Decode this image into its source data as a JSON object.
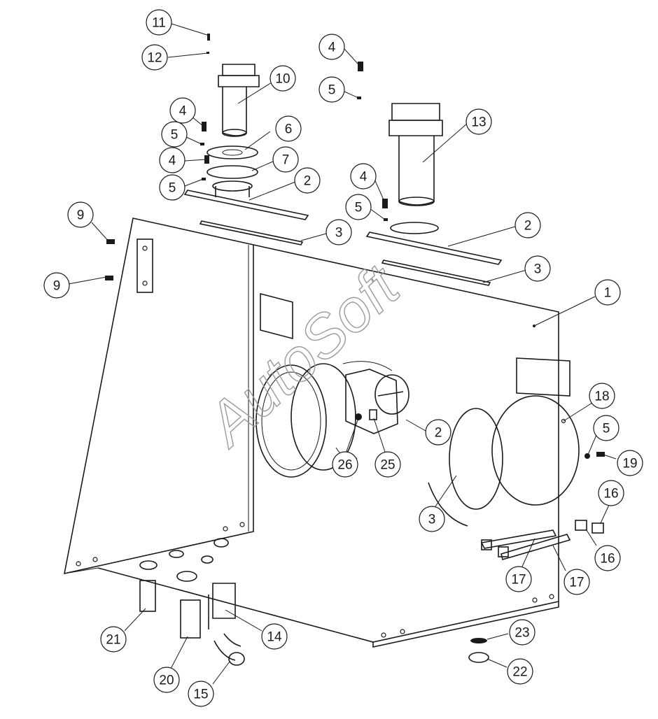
{
  "watermark": "AutoSoft",
  "callouts": [
    "11",
    "12",
    "10",
    "4",
    "5",
    "6",
    "4",
    "7",
    "5",
    "2",
    "4",
    "5",
    "13",
    "4",
    "5",
    "2",
    "3",
    "9",
    "9",
    "3",
    "2",
    "1",
    "18",
    "5",
    "19",
    "26",
    "25",
    "3",
    "16",
    "16",
    "17",
    "17",
    "14",
    "21",
    "20",
    "15",
    "23",
    "22"
  ],
  "colors": {
    "ink": "#1a1a1a",
    "watermark": "#9a9a9a",
    "background": "#ffffff"
  }
}
